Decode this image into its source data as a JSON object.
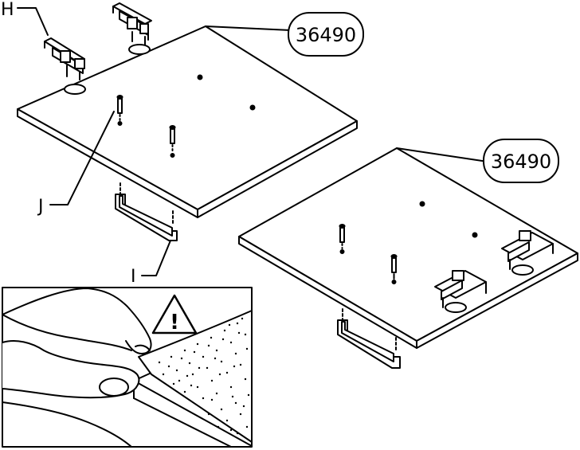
{
  "labels": {
    "hinge": "H",
    "handle": "I",
    "screw": "J"
  },
  "part_numbers": {
    "top_panel": "36490",
    "bottom_panel": "36490"
  },
  "warning": {
    "symbol": "!",
    "icon": "warning-triangle-icon"
  },
  "colors": {
    "line": "#000000",
    "panel_fill": "#ffffff",
    "speckle": "#000000"
  }
}
